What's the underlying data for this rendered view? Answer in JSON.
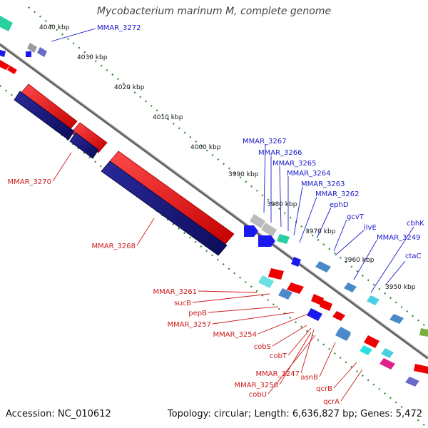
{
  "title": "Mycobacterium marinum M, complete genome",
  "accession_text": "Accession: NC_010612",
  "topology_text": "Topology: circular; Length: 6,636,827 bp; Genes: 5,472",
  "scale_labels": [
    "4040 kbp",
    "4030 kbp",
    "4020 kbp",
    "4010 kbp",
    "4000 kbp",
    "3990 kbp",
    "3980 kbp",
    "3970 kbp",
    "3960 kbp",
    "3950 kbp"
  ],
  "blue_labels": [
    "MMAR_3272",
    "MMAR_3267",
    "MMAR_3266",
    "MMAR_3265",
    "MMAR_3264",
    "MMAR_3263",
    "MMAR_3262",
    "ephD",
    "gcvT",
    "ilvE",
    "MMAR_3249",
    "cbhK",
    "ctaC"
  ],
  "red_labels": [
    "MMAR_3270",
    "MMAR_3268",
    "MMAR_3261",
    "sucB",
    "pepB",
    "MMAR_3257",
    "MMAR_3254",
    "cobS",
    "cobT",
    "MMAR_3247",
    "MMAR_3250",
    "cobU",
    "asnB",
    "qcrB",
    "qcrA"
  ],
  "colors": {
    "forward_cds": "#0000ee",
    "reverse_cds": "#ee0000",
    "large_feature_red": "#ff1a1a",
    "large_feature_navy": "#14147a",
    "backbone": "#888888",
    "scale_dots": "#2a8a2a",
    "label_blue": "#1a1acc",
    "label_red": "#cc1a1a"
  }
}
